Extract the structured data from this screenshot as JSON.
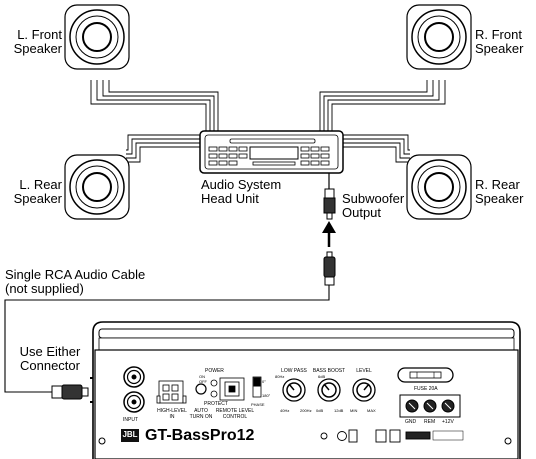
{
  "labels": {
    "front_left": "L. Front\nSpeaker",
    "front_right": "R. Front\nSpeaker",
    "rear_left": "L. Rear\nSpeaker",
    "rear_right": "R. Rear\nSpeaker",
    "head_unit": "Audio System\nHead Unit",
    "sub_output": "Subwoofer\nOutput",
    "rca_cable": "Single RCA Audio Cable\n(not supplied)",
    "use_either": "Use Either\nConnector"
  },
  "amp": {
    "brand": "JBL",
    "model": "GT-BassPro12",
    "input_label": "INPUT",
    "high_level_in": "HIGH-LEVEL\nIN",
    "auto_turn_on": "AUTO\nTURN ON",
    "power": "POWER",
    "protect": "PROTECT",
    "remote_level": "REMOTE LEVEL\nCONTROL",
    "phase": "PHASE",
    "phase_0": "0°",
    "phase_180": "180°",
    "on": "ON",
    "off": "OFF",
    "knobs": [
      {
        "title": "LOW PASS",
        "min": "40Hz",
        "max": "200Hz",
        "mid": "80Hz"
      },
      {
        "title": "BASS BOOST",
        "min": "0dB",
        "max": "12dB",
        "mid": "6dB"
      },
      {
        "title": "LEVEL",
        "min": "MIN",
        "max": "MAX",
        "mid": ""
      }
    ],
    "fuse": "FUSE 20A",
    "terminals": [
      "GND",
      "REM",
      "+12V"
    ]
  }
}
